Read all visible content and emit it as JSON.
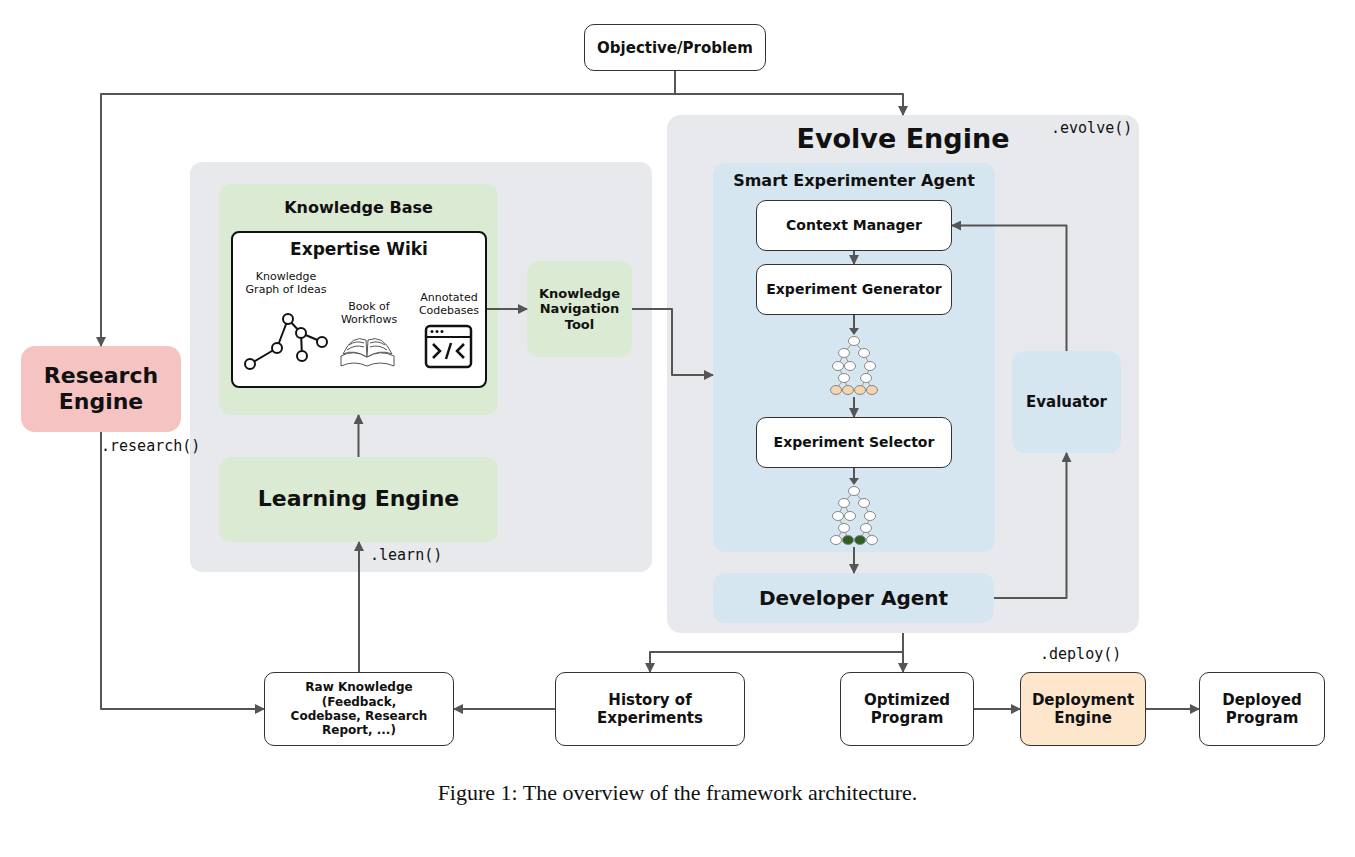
{
  "diagram": {
    "caption": "Figure 1: The overview of the framework architecture.",
    "nodes": [
      {
        "text": [
          "Objective/Problem"
        ]
      },
      {
        "text": [
          "Research Engine"
        ]
      },
      {
        "text": [
          "Knowledge Base"
        ]
      },
      {
        "text": [
          "Expertise Wiki"
        ],
        "in": 2
      },
      {
        "text": [
          "Knowledge Navigation Tool"
        ]
      },
      {
        "text": [
          "Learning Engine"
        ]
      },
      {
        "text": [
          "Evolve Engine"
        ]
      },
      {
        "text": [
          "Smart Experimenter Agent"
        ],
        "in": 6
      },
      {
        "text": [
          "Context Manager"
        ],
        "in": 7
      },
      {
        "text": [
          "Experiment Generator"
        ],
        "in": 7
      },
      {
        "text": [
          "Experiment Selector"
        ],
        "in": 7
      },
      {
        "text": [
          "Evaluator"
        ],
        "in": 6
      },
      {
        "text": [
          "Developer Agent"
        ],
        "in": 6
      },
      {
        "text": [
          "Raw Knowledge (Feedback, Codebase, Research Report, ...)"
        ]
      },
      {
        "text": [
          "History of Experiments"
        ]
      },
      {
        "text": [
          "Optimized Program"
        ]
      },
      {
        "text": [
          "Deployment Engine"
        ]
      },
      {
        "text": [
          "Deployed Program"
        ]
      }
    ],
    "edges": [
      {
        "from": 0,
        "to": 1,
        "arrow": "to"
      },
      {
        "from": 0,
        "to": 6,
        "arrow": "to"
      },
      {
        "from": 1,
        "to": 13,
        "arrow": "to"
      },
      {
        "from": 13,
        "to": 5,
        "arrow": "to"
      },
      {
        "from": 5,
        "to": 2,
        "arrow": "to"
      },
      {
        "from": 3,
        "to": 4,
        "arrow": "to"
      },
      {
        "from": 4,
        "to": 7,
        "arrow": "to"
      },
      {
        "from": 8,
        "to": 9,
        "arrow": "to"
      },
      {
        "from": 9,
        "to": 10,
        "arrow": "to"
      },
      {
        "from": 10,
        "to": 12,
        "arrow": "to"
      },
      {
        "from": 12,
        "to": 11,
        "arrow": "to"
      },
      {
        "from": 11,
        "to": 8,
        "arrow": "to"
      },
      {
        "from": 6,
        "to": 14,
        "arrow": "to"
      },
      {
        "from": 6,
        "to": 15,
        "arrow": "to"
      },
      {
        "from": 14,
        "to": 13,
        "arrow": "to"
      },
      {
        "from": 15,
        "to": 16,
        "arrow": "to"
      },
      {
        "from": 16,
        "to": 17,
        "arrow": "to"
      }
    ],
    "labels": [
      ".evolve()",
      "Knowledge Graph of Ideas",
      "Book of Workflows",
      "Annotated Codebases",
      ".research()",
      ".learn()",
      ".deploy()"
    ]
  }
}
